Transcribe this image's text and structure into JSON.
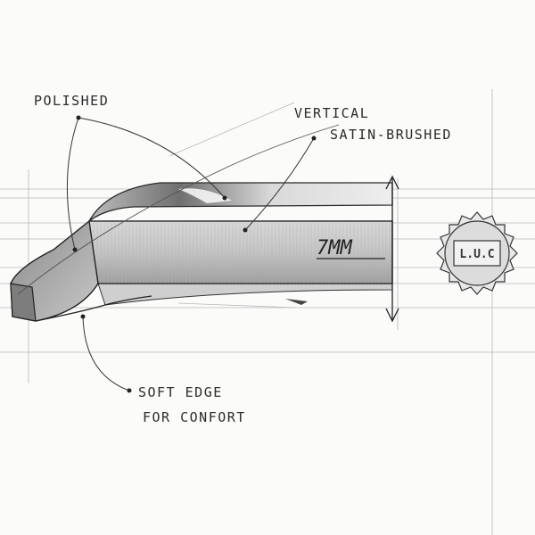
{
  "annotations": {
    "polished": "POLISHED",
    "vertical_line1": "VERTICAL",
    "vertical_line2": "SATIN-BRUSHED",
    "dimension": "7MM",
    "soft_edge_line1": "SOFT EDGE",
    "soft_edge_line2": "FOR CONFORT"
  },
  "seal": {
    "text": "L.U.C"
  },
  "colors": {
    "paper": "#fbfbfa",
    "pencil": "#2b2b2b",
    "shade": "#9a9a9a"
  }
}
